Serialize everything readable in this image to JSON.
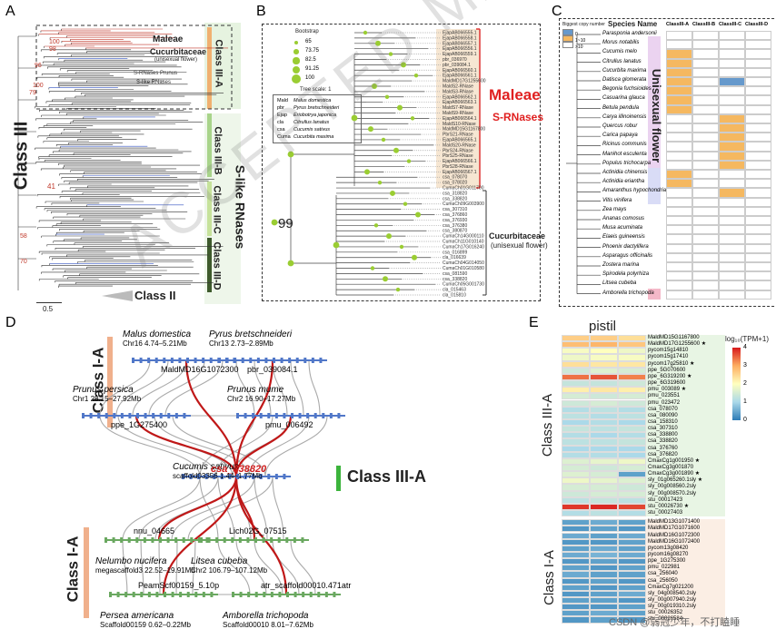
{
  "panels": {
    "a": {
      "label": "A",
      "class_title": "Class III",
      "class2": "Class II",
      "slike": "S-like RNases",
      "maleae": "Maleae",
      "cucurb": "Cucurbitaceae",
      "cucurb_sub": "(unisexual flower)",
      "classIIIA": "Class III-A",
      "classIIIB": "Class III-B",
      "classIIIC": "Class III-C",
      "classIIID": "Class III-D",
      "scale": "0.5",
      "nodes": [
        "100",
        "98",
        "96",
        "100",
        "79",
        "41",
        "58",
        "70"
      ],
      "red_labels": [
        "S-RNases Prunus",
        "S-like RNases"
      ]
    },
    "b": {
      "label": "B",
      "bootstrap_title": "Bootstrap",
      "bootstrap_values": [
        "65",
        "73.75",
        "82.5",
        "91.25",
        "100"
      ],
      "tree_scale": "Tree scale: 1",
      "species_key": [
        [
          "Mald",
          "Malus domestica"
        ],
        [
          "pbr",
          "Pyrus bretschneideri"
        ],
        [
          "Ejap",
          "Eriobotrya japonica"
        ],
        [
          "cla",
          "Citrullus lanatus"
        ],
        [
          "csa",
          "Cucumis sativus"
        ],
        [
          "Cuma",
          "Cucurbita maxima"
        ]
      ],
      "root_node": "99",
      "maleae": "Maleae",
      "srnases": "S-RNases",
      "cucurb": "Cucurbitaceae",
      "cucurb_sub": "(unisexual flower)",
      "tips_top": [
        "EjapAB066555.1",
        "EjapAB066558.1",
        "EjapAB066557.1",
        "EjapAB066556.1",
        "EjapAB066559.1",
        "pbr_036970",
        "pbr_039084.1",
        "EjapAB066560.1",
        "EjapAB066561.1",
        "MaldMD17G1255600",
        "MaldS2-RNase",
        "MaldS3-RNase",
        "EjapAB066562.1",
        "EjapAB066563.1",
        "MaldS7-RNase",
        "MaldS9-RNase",
        "EjapAB066564.1",
        "MaldS10-RNase",
        "MaldMD15G1167800",
        "PbrS21-RNase",
        "EjapAB066565.1",
        "MaldS20-RNase",
        "PbrS24-RNase",
        "PbrS25-RNase",
        "EjapAB066566.1",
        "PbrS28-RNase",
        "EjapAB066567.1"
      ],
      "tips_bottom": [
        "csa_078070",
        "csa_078020",
        "CumaCh01G011700",
        "csa_318820",
        "csa_338820",
        "CumaCh09G003900",
        "csa_307310",
        "csa_376860",
        "csa_376930",
        "csa_376380",
        "csa_380870",
        "CumaCh14G000110",
        "CumaCh11G010140",
        "CumaCh17G016240",
        "csa_016899",
        "cla_016639",
        "CumaCh04G014050",
        "CumaCh01G010580",
        "csa_081590",
        "csa_338820",
        "CumaCh05G001730",
        "cla_015463",
        "cla_015810"
      ]
    },
    "c": {
      "label": "C",
      "species_header": "Species Name",
      "legend_title": "Biggest copy number",
      "legend_items": [
        "0",
        "1~10",
        ">10"
      ],
      "cols": [
        "ClassIII-A",
        "ClassIII-B",
        "ClassIII-C",
        "ClassIII-D"
      ],
      "species": [
        "Parasponia andersonii",
        "Morus notabilis",
        "Cucumis melo",
        "Citrullus lanatus",
        "Cucurbita maxima",
        "Datisca glomerata",
        "Begonia fuchsioides",
        "Casuarina glauca",
        "Betula pendula",
        "Carya illinoinensis",
        "Quercus robur",
        "Carica papaya",
        "Ricinus communis",
        "Manihot esculenta",
        "Populus trichocarpa",
        "Actinidia chinensis",
        "Actinidia eriantha",
        "Amaranthus hypochondriacus",
        "Vitis vinifera",
        "Zea mays",
        "Ananas comosus",
        "Musa acuminata",
        "Elaeis guineensis",
        "Phoenix dactylifera",
        "Asparagus officinalis",
        "Zostera marina",
        "Spirodela polyrhiza",
        "Litsea cubeba",
        "Amborella trichopoda"
      ],
      "side_label": "Unisexual flower",
      "cells": [
        [
          0,
          0,
          0,
          0
        ],
        [
          0,
          0,
          0,
          0
        ],
        [
          1,
          0,
          0,
          0
        ],
        [
          1,
          0,
          0,
          0
        ],
        [
          1,
          0,
          0,
          0
        ],
        [
          1,
          0,
          2,
          0
        ],
        [
          1,
          0,
          0,
          0
        ],
        [
          1,
          0,
          0,
          0
        ],
        [
          1,
          0,
          0,
          0
        ],
        [
          0,
          0,
          1,
          0
        ],
        [
          0,
          0,
          1,
          0
        ],
        [
          0,
          0,
          1,
          0
        ],
        [
          0,
          0,
          1,
          0
        ],
        [
          0,
          0,
          1,
          0
        ],
        [
          0,
          0,
          1,
          0
        ],
        [
          1,
          0,
          0,
          0
        ],
        [
          1,
          0,
          0,
          0
        ],
        [
          0,
          0,
          1,
          0
        ],
        [
          0,
          0,
          0,
          0
        ],
        [
          0,
          0,
          0,
          0
        ],
        [
          0,
          0,
          0,
          0
        ],
        [
          0,
          0,
          0,
          0
        ],
        [
          0,
          0,
          0,
          0
        ],
        [
          0,
          0,
          0,
          0
        ],
        [
          0,
          0,
          0,
          0
        ],
        [
          0,
          0,
          0,
          0
        ],
        [
          0,
          0,
          0,
          0
        ],
        [
          0,
          0,
          0,
          0
        ],
        [
          0,
          0,
          0,
          0
        ]
      ]
    },
    "d": {
      "label": "D",
      "classIA_top": "Class I-A",
      "classIIIA": "Class III-A",
      "classIA_bot": "Class I-A",
      "genomes": [
        {
          "species": "Malus domestica",
          "chr": "Chr16 4.74–5.21Mb",
          "gene": "MaldMD16G1072300"
        },
        {
          "species": "Pyrus bretschneideri",
          "chr": "Chr13 2.73–2.89Mb",
          "gene": "pbr_039084.1"
        },
        {
          "species": "Prunus persica",
          "chr": "Chr1 28.15–27.92Mb",
          "gene": "ppe_1G275400"
        },
        {
          "species": "Prunus mume",
          "chr": "Chr2 16.90–17.27Mb",
          "gene": "pmu_006492"
        },
        {
          "species": "Cucumis sativus",
          "chr": "scaffold03356 1.44–1.77Mb",
          "gene": "csa_338820"
        },
        {
          "species": "Nelumbo nucifera",
          "chr": "megascaffold3 22.52–19.91Mb",
          "gene": "nnu_04665"
        },
        {
          "species": "Litsea cubeba",
          "chr": "Chr2 106.79–107.12Mb",
          "gene": "Lich02G_07515"
        },
        {
          "species": "Persea americana",
          "chr": "Scaffold00159 0.62–0.22Mb",
          "gene": "PeamScf00159_5.10p"
        },
        {
          "species": "Amborella trichopoda",
          "chr": "Scaffold00010 8.01–7.62Mb",
          "gene": "atr_scaffold00010.471atr"
        }
      ]
    },
    "e": {
      "label": "E",
      "title": "pistil",
      "legend_title": "log₁₀(TPM+1)",
      "legend_ticks": [
        "4",
        "3",
        "2",
        "1",
        "0"
      ],
      "classIIIA": "Class III-A",
      "classIA": "Class I-A",
      "rows_IIIA": [
        "MaldMD15G1167800",
        "MaldMD17G1255600 ★",
        "pycom15g14810",
        "pycom15g17410",
        "pycom17g25810 ★",
        "ppe_5G070600",
        "ppe_6G319200 ★",
        "ppe_6G319600",
        "pmu_003089 ★",
        "pmu_023551",
        "pmu_023472",
        "csa_078070",
        "csa_080090",
        "csa_158310",
        "csa_307310",
        "csa_338800",
        "csa_338820",
        "csa_376760",
        "csa_376820",
        "CmaxCg1g001950 ★",
        "CmaxCg3g001870",
        "CmaxCg3g001890 ★",
        "sly_01g065260.1sly ★",
        "sly_00g008560.2sly",
        "sly_00g008570.2sly",
        "stu_00017423",
        "stu_00026730 ★",
        "stu_00027403"
      ],
      "rows_IA": [
        "MaldMD13G1071400",
        "MaldMD17G1071600",
        "MaldMD16G1072300",
        "MaldMD16G1072400",
        "pycom13g08420",
        "pycom16g08270",
        "ppe_1G275300",
        "pmu_022981",
        "csa_256040",
        "csa_256050",
        "CmaxCg7g021200",
        "sly_04g008540.2sly",
        "sly_00g007940.2sly",
        "sly_00g019310.2sly",
        "stu_00026352",
        "stu_00026584"
      ],
      "values_IIIA": [
        [
          2.6,
          2.6,
          2.4
        ],
        [
          2.8,
          2.9,
          2.7
        ],
        [
          1.9,
          2.0,
          1.8
        ],
        [
          1.8,
          1.9,
          1.9
        ],
        [
          2.4,
          2.3,
          2.3
        ],
        [
          1.4,
          1.6,
          1.5
        ],
        [
          3.4,
          3.6,
          3.3
        ],
        [
          1.3,
          1.3,
          1.4
        ],
        [
          2.2,
          2.3,
          2.2
        ],
        [
          1.5,
          1.4,
          1.5
        ],
        [
          1.4,
          1.5,
          1.4
        ],
        [
          1.1,
          1.2,
          1.1
        ],
        [
          1.2,
          1.1,
          1.2
        ],
        [
          1.0,
          1.1,
          1.0
        ],
        [
          1.3,
          1.2,
          1.3
        ],
        [
          1.1,
          1.0,
          1.1
        ],
        [
          1.2,
          1.2,
          1.3
        ],
        [
          1.0,
          1.0,
          1.0
        ],
        [
          1.1,
          1.1,
          1.0
        ],
        [
          1.6,
          1.7,
          1.8
        ],
        [
          1.5,
          1.4,
          1.5
        ],
        [
          1.6,
          1.5,
          0.4
        ],
        [
          1.8,
          1.7,
          1.6
        ],
        [
          1.5,
          1.5,
          1.4
        ],
        [
          1.4,
          1.5,
          1.5
        ],
        [
          1.2,
          1.3,
          1.2
        ],
        [
          3.8,
          3.9,
          3.7
        ],
        [
          1.1,
          1.2,
          1.1
        ]
      ],
      "values_IA": [
        [
          0.4,
          0.5,
          0.4
        ],
        [
          0.3,
          0.4,
          0.3
        ],
        [
          0.5,
          0.4,
          0.5
        ],
        [
          0.3,
          0.3,
          0.4
        ],
        [
          0.4,
          0.5,
          0.4
        ],
        [
          0.5,
          0.6,
          0.5
        ],
        [
          0.3,
          0.4,
          0.3
        ],
        [
          0.4,
          0.3,
          0.4
        ],
        [
          0.5,
          0.4,
          0.4
        ],
        [
          0.3,
          0.4,
          0.3
        ],
        [
          0.4,
          0.3,
          0.4
        ],
        [
          0.3,
          0.4,
          0.5
        ],
        [
          0.4,
          0.4,
          0.3
        ],
        [
          0.3,
          0.3,
          0.4
        ],
        [
          0.4,
          0.5,
          0.4
        ],
        [
          0.3,
          0.4,
          0.3
        ]
      ]
    }
  },
  "watermark": "ACCEPTED MANUSCRIPT",
  "credit": "CSDN @弱冠少年，不打瞌睡"
}
